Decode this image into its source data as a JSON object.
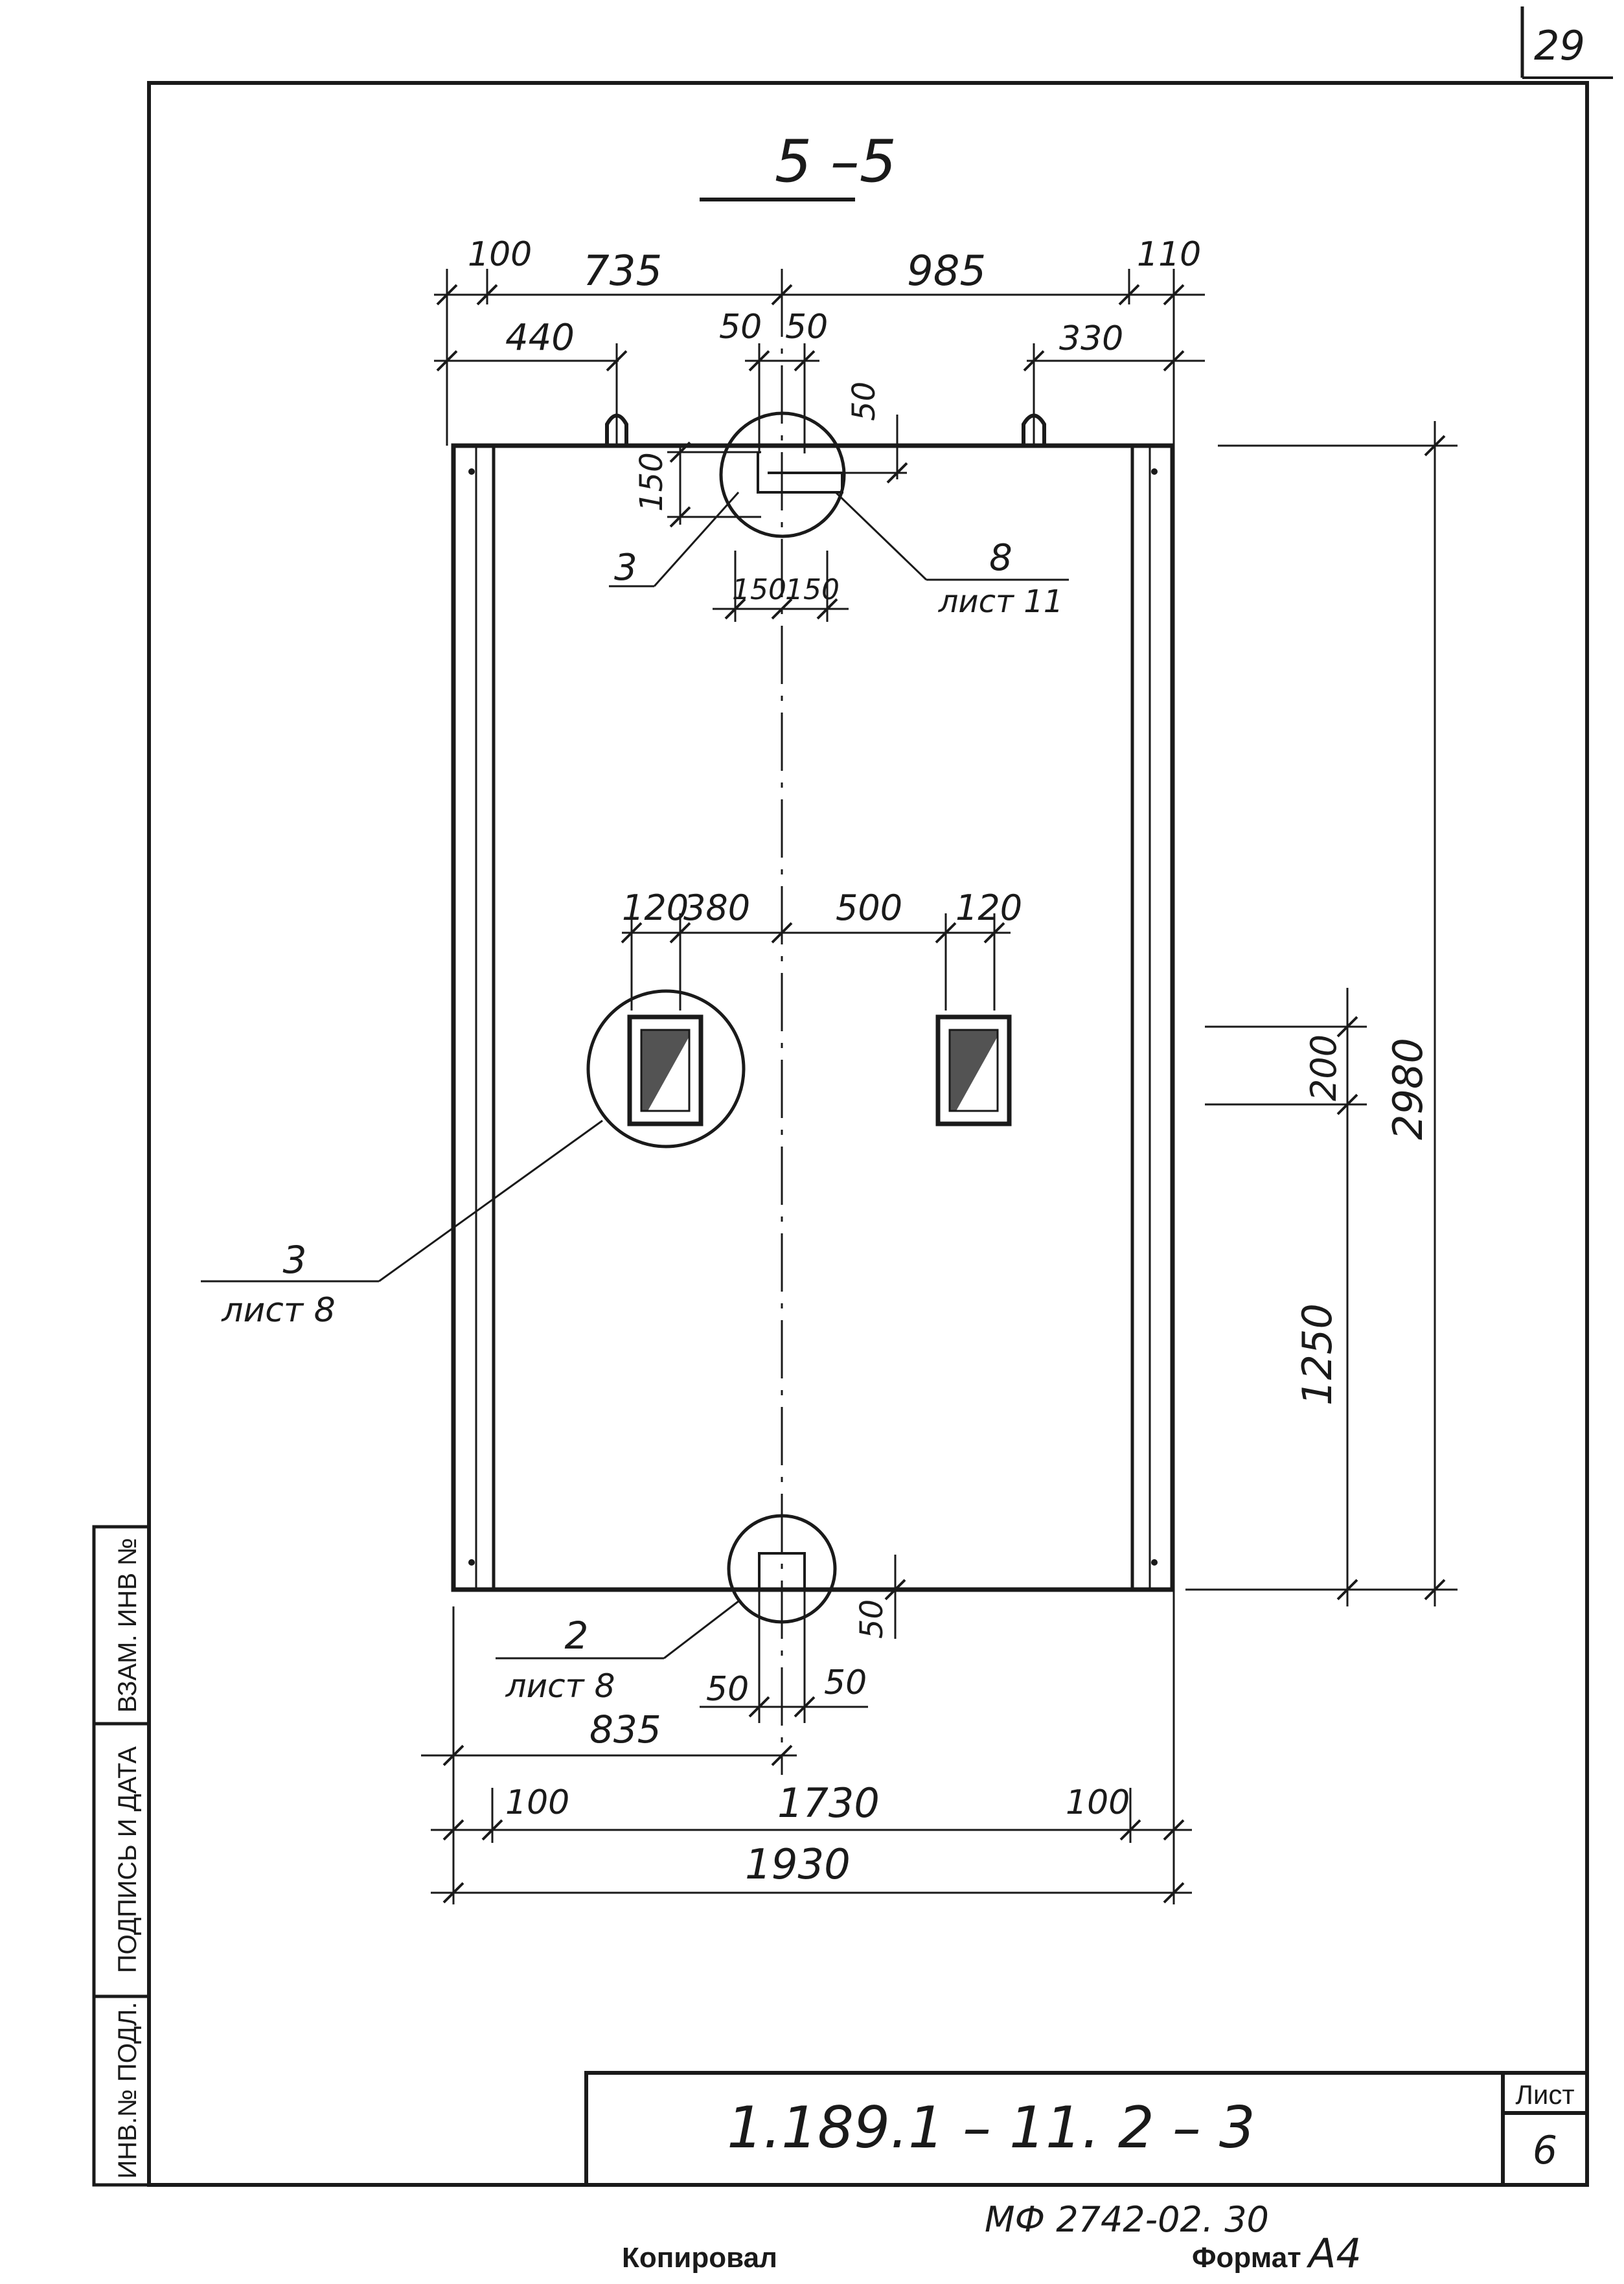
{
  "sheet_number": "29",
  "section_title": "5 –5",
  "dims_top": {
    "d100": "100",
    "d735": "735",
    "d985": "985",
    "d110": "110",
    "d440": "440",
    "d50a": "50",
    "d50b": "50",
    "d330": "330",
    "d50v": "50",
    "d150v": "150",
    "d150a": "150",
    "d150b": "150"
  },
  "callout_top_left": "3",
  "callout_top_right": {
    "number": "8",
    "sheet": "лист 11"
  },
  "dims_middle": {
    "d120a": "120",
    "d380": "380",
    "d500": "500",
    "d120b": "120"
  },
  "dims_right": {
    "d2980": "2980",
    "d200": "200",
    "d1250": "1250"
  },
  "callout_middle_left": {
    "number": "3",
    "sheet": "лист 8"
  },
  "callout_bottom": {
    "number": "2",
    "sheet": "лист 8"
  },
  "dims_bottom": {
    "d50v": "50",
    "d50a": "50",
    "d50b": "50",
    "d835": "835",
    "d100a": "100",
    "d1730": "1730",
    "d100b": "100",
    "d1930": "1930"
  },
  "side_stamp": {
    "cell1": "ВЗАМ. ИНВ №",
    "cell2": "ПОДПИСЬ И ДАТА",
    "cell3": "ИНВ.№ ПОДЛ."
  },
  "title_block": {
    "code": "1.189.1 – 11. 2 – 3",
    "sheet_label": "Лист",
    "sheet_value": "6"
  },
  "footer": {
    "archive": "МФ 2742-02. 30",
    "copied": "Копировал",
    "format_label": "Формат",
    "format_value": "А4"
  }
}
